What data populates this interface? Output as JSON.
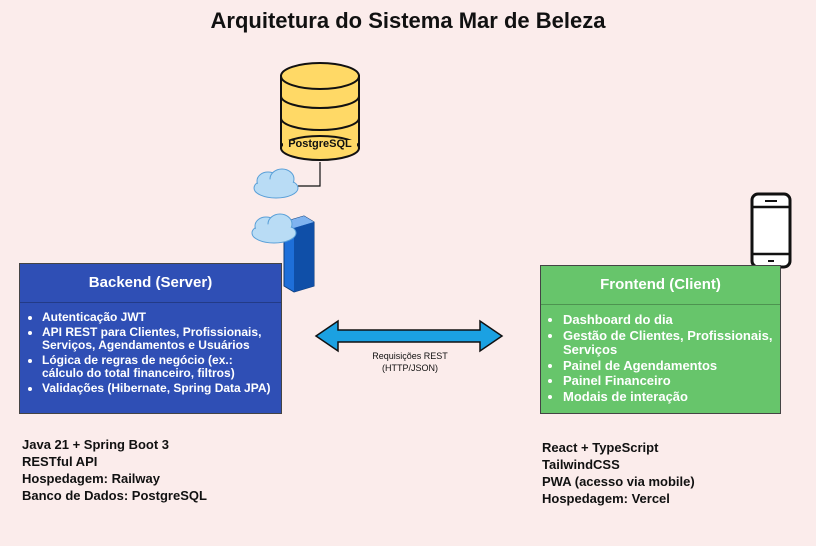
{
  "title": "Arquitetura do Sistema Mar de Beleza",
  "database": {
    "label": "PostgreSQL"
  },
  "backend": {
    "title": "Backend (Server)",
    "items": [
      "Autenticação JWT",
      "API REST para Clientes, Profissionais, Serviços, Agendamentos e Usuários",
      "Lógica de regras de negócio (ex.: cálculo do total financeiro, filtros)",
      "Validações (Hibernate, Spring Data JPA)"
    ],
    "notes": [
      "Java 21 + Spring Boot 3",
      "RESTful API",
      "Hospedagem: Railway",
      "Banco de Dados: PostgreSQL"
    ]
  },
  "frontend": {
    "title": "Frontend (Client)",
    "items": [
      "Dashboard do dia",
      "Gestão de Clientes, Profissionais, Serviços",
      "Painel de Agendamentos",
      "Painel Financeiro",
      "Modais de interação"
    ],
    "notes": [
      "React + TypeScript",
      "TailwindCSS",
      "PWA (acesso via mobile)",
      "Hospedagem: Vercel"
    ]
  },
  "connection": {
    "line1": "Requisições REST",
    "line2": "(HTTP/JSON)"
  },
  "colors": {
    "background": "#fbeceb",
    "backend": "#2f4fb5",
    "frontend": "#67c56b",
    "database": "#ffd966",
    "arrow": "#1ba1e2",
    "server": "#1e6fd9"
  },
  "icons": [
    "database-icon",
    "cloud-icon",
    "server-icon",
    "smartphone-icon",
    "double-arrow-icon"
  ]
}
